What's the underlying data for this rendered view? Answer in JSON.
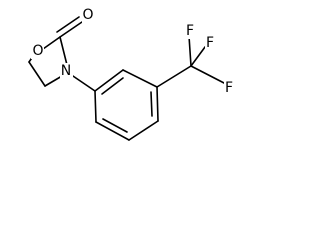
{
  "molecule": {
    "atoms": {
      "carbonyl_oxygen": "O",
      "ring_oxygen": "O",
      "ring_nitrogen": "N",
      "fluorine_top_left": "F",
      "fluorine_top_right": "F",
      "fluorine_right": "F"
    },
    "colors": {
      "bond": "#000000",
      "label": "#000000",
      "background": "#ffffff"
    }
  }
}
